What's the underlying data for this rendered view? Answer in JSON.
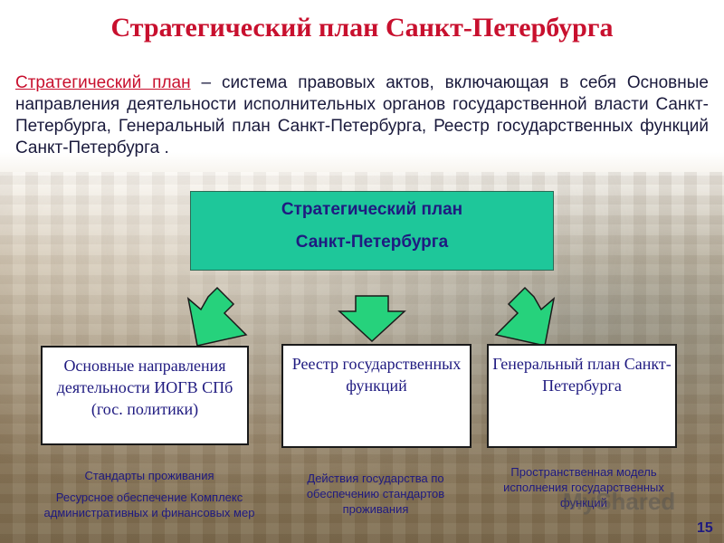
{
  "title": "Стратегический план Санкт-Петербурга",
  "definition": {
    "term": "Стратегический план",
    "text": " – система правовых актов, включающая в себя Основные направления деятельности исполнительных органов государственной власти Санкт-Петербурга, Генеральный план Санкт-Петербурга, Реестр государственных функций Санкт-Петербурга ."
  },
  "main_box": {
    "line1": "Стратегический план",
    "line2": "Санкт-Петербурга"
  },
  "boxes": [
    {
      "label": "Основные направления деятельности ИОГВ СПб  (гос. политики)"
    },
    {
      "label": "Реестр государственных функций"
    },
    {
      "label": "Генеральный план Санкт-Петербурга"
    }
  ],
  "notes": {
    "left_1": "Стандарты проживания",
    "left_2": "Ресурсное обеспечение Комплекс административных и финансовых мер",
    "center": "Действия государства по обеспечению стандартов проживания",
    "right": "Пространственная модель исполнения государственных функций"
  },
  "watermark": "MyShared",
  "page_number": "15",
  "colors": {
    "title": "#c8102e",
    "main_box_fill": "#1ec79a",
    "arrow_fill": "#26d27c",
    "text_blue": "#1f1a80"
  }
}
